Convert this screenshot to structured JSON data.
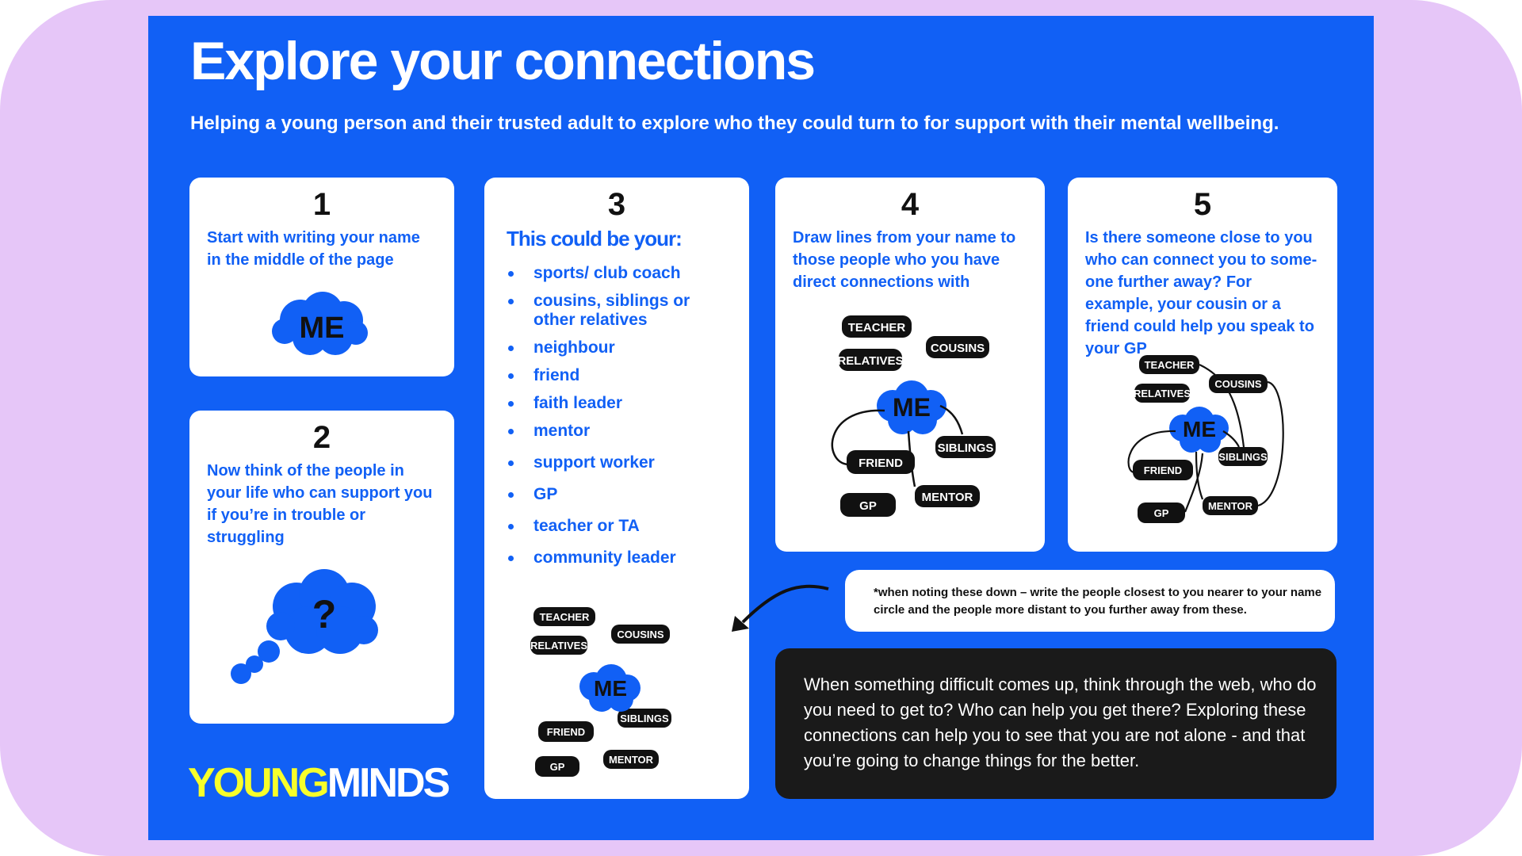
{
  "title": "Explore your connections",
  "subtitle": "Helping a young person and their trusted adult to explore who they could turn to for support with their mental wellbeing.",
  "colors": {
    "background": "#1160f5",
    "card": "#ffffff",
    "dark": "#1a1a1a",
    "brand_yellow": "#f7ff2a",
    "frame": "#e6c6f8"
  },
  "steps": [
    {
      "number": "1",
      "text": "Start with writing your name in the middle of the page",
      "bubble": "ME"
    },
    {
      "number": "2",
      "text": "Now think of the people in your life who can support you if you’re in trouble or struggling",
      "bubble": "?"
    },
    {
      "number": "3",
      "heading": "This could be your:",
      "items": [
        "sports/ club coach",
        "cousins, siblings or other relatives",
        "neighbour",
        "friend",
        "faith leader",
        "mentor",
        "support worker",
        "GP",
        "teacher or TA",
        "community leader"
      ]
    },
    {
      "number": "4",
      "text": "Draw lines from your name to those people who you have direct connections with"
    },
    {
      "number": "5",
      "text": "Is there someone close to you who can connect you to some-one further away? For example, your cousin or a friend could help you speak to your GP"
    }
  ],
  "diagram": {
    "center": "ME",
    "teacher": "TEACHER",
    "cousins": "COUSINS",
    "relatives": "RELATIVES",
    "friend": "FRIEND",
    "siblings": "SIBLINGS",
    "gp": "GP",
    "mentor": "MENTOR"
  },
  "note": "*when noting these down –  write the people closest to you nearer to your name circle and the people more distant to you further away from these.",
  "footer_text": "When something difficult comes up, think through the web, who do you need to get to? Who can help you get there? Exploring these connections can help you to see that you are not alone - and that you’re going to change things for the better.",
  "logo": {
    "part1": "YOUNG",
    "part2": "MINDS"
  }
}
